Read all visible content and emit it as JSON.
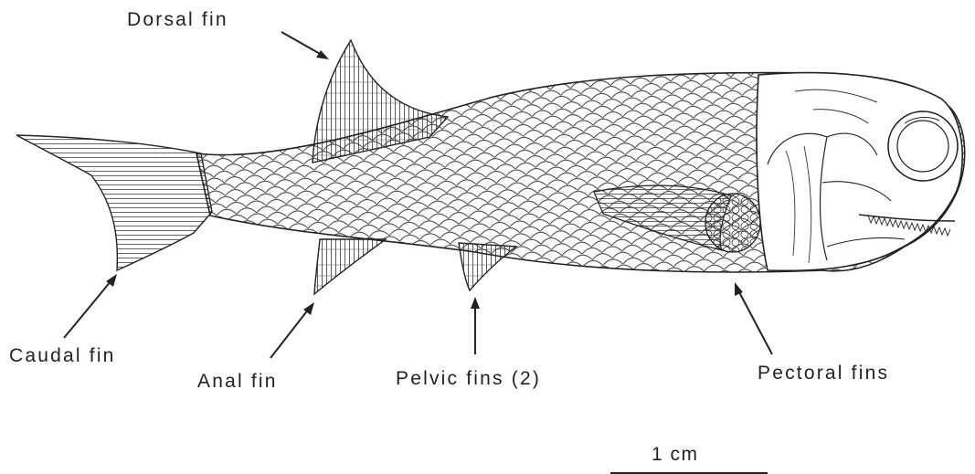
{
  "labels": {
    "dorsal_fin": "Dorsal fin",
    "caudal_fin": "Caudal fin",
    "anal_fin": "Anal fin",
    "pelvic_fins": "Pelvic fins (2)",
    "pectoral_fins": "Pectoral fins"
  },
  "scale_bar": {
    "label": "1 cm"
  },
  "colors": {
    "ink": "#222222",
    "paper": "#ffffff"
  }
}
